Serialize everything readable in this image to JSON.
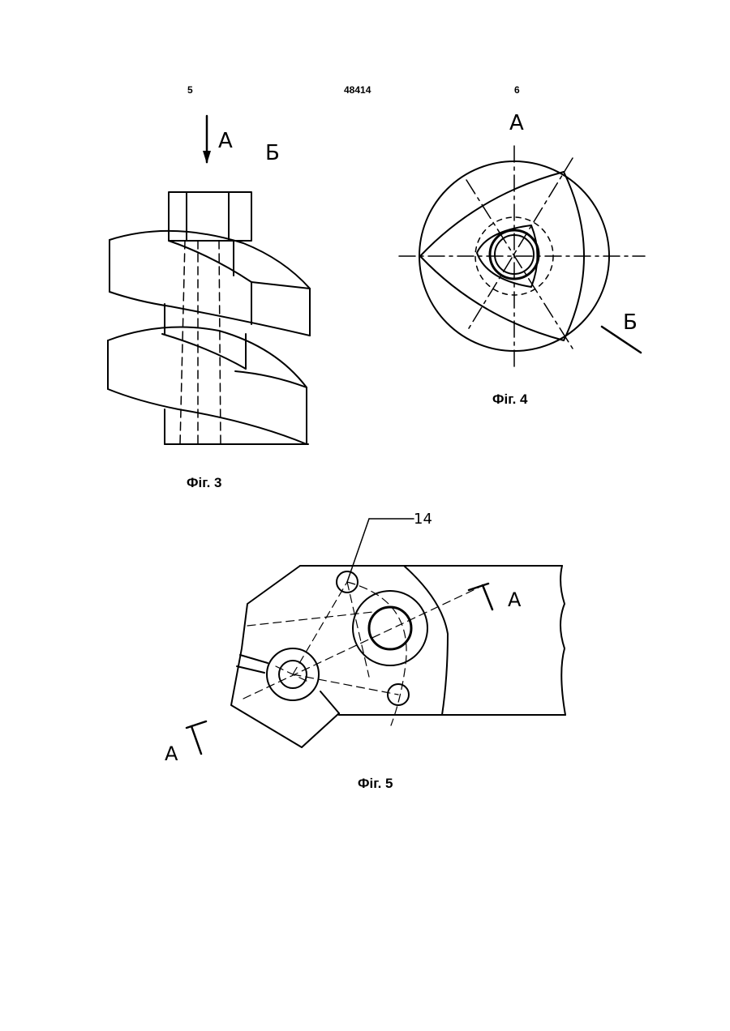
{
  "header": {
    "page_left": "5",
    "patent_number": "48414",
    "page_right": "6"
  },
  "figures": {
    "fig3": {
      "caption": "Фіг. 3",
      "label_a": "А",
      "label_b": "Б"
    },
    "fig4": {
      "caption": "Фіг. 4",
      "label_a": "А",
      "label_b": "Б"
    },
    "fig5": {
      "caption": "Фіг. 5",
      "callout": "14",
      "label_a_right": "А",
      "label_a_left": "А"
    }
  }
}
